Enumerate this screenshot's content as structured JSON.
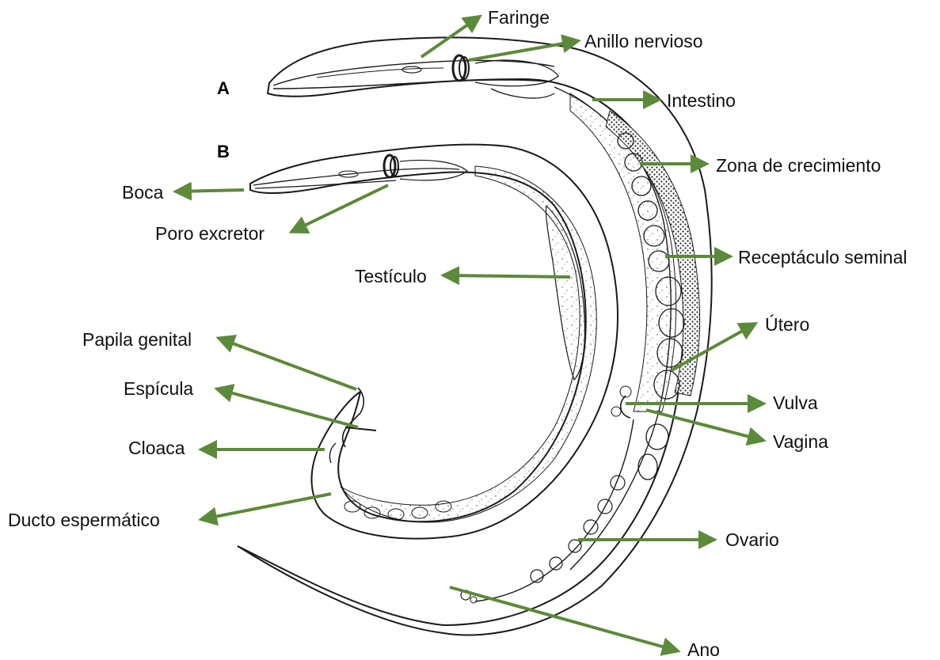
{
  "worm_tags": {
    "female": "A",
    "male": "B"
  },
  "labels": {
    "faringe": "Faringe",
    "anillo_nervioso": "Anillo nervioso",
    "intestino": "Intestino",
    "zona_crecimiento": "Zona de crecimiento",
    "receptaculo_seminal": "Receptáculo seminal",
    "utero": "Útero",
    "vulva": "Vulva",
    "vagina": "Vagina",
    "ovario": "Ovario",
    "ano": "Ano",
    "boca": "Boca",
    "poro_excretor": "Poro excretor",
    "testiculo": "Testículo",
    "papila_genital": "Papila genital",
    "espicula": "Espícula",
    "cloaca": "Cloaca",
    "ducto_espermatico": "Ducto espermático"
  },
  "colors": {
    "arrow": "#5b8a3a",
    "outline": "#1a1a1a",
    "text": "#111111"
  }
}
